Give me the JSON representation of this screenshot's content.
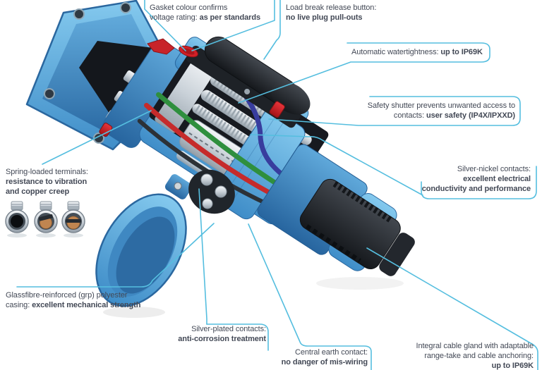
{
  "page": {
    "background": "#ffffff",
    "type": "technical-cutaway-diagram",
    "subject": "industrial plug connector"
  },
  "colors": {
    "accent_line": "#55bedf",
    "text": "#434956",
    "body_blue": "#4a97d0",
    "body_blue_dark": "#2a679f",
    "alert_red": "#d22027",
    "metal_silver": "#c9d1d8",
    "lever_black": "#15181c",
    "copper": "#c08550"
  },
  "callouts": {
    "gasket": {
      "line1": "Gasket colour confirms",
      "line2_normal": "voltage rating: ",
      "line2_bold": "as per standards"
    },
    "load_break": {
      "line1": "Load break release button:",
      "line2_bold": "no live plug pull-outs"
    },
    "watertightness": {
      "normal": "Automatic watertightness: ",
      "bold": "up to IP69K"
    },
    "safety_shutter": {
      "line1": "Safety shutter prevents unwanted access to",
      "line2_normal": "contacts: ",
      "line2_bold": "user safety (IP4X/IPXXD)"
    },
    "silver_nickel": {
      "line1": "Silver-nickel contacts:",
      "line2_bold": "excellent electrical",
      "line3_bold": "conductivity and performance"
    },
    "spring_terminals": {
      "line1": "Spring-loaded terminals:",
      "line2_bold": "resistance to vibration",
      "line3_bold": "and copper creep"
    },
    "glassfibre": {
      "line1": "Glassfibre-reinforced (grp) polyester",
      "line2_normal": "casing: ",
      "line2_bold": "excellent mechanical strength"
    },
    "silver_plated": {
      "line1": "Silver-plated contacts:",
      "line2_bold": "anti-corrosion treatment"
    },
    "central_earth": {
      "line1": "Central earth contact:",
      "line2_bold": "no danger of mis-wiring"
    },
    "cable_gland": {
      "line1": "Integral cable gland with adaptable",
      "line2": "range-take and cable anchoring:",
      "line3_bold": "up to IP69K"
    }
  },
  "icons": {
    "terminal_diagrams": [
      "terminal-cross-section-empty",
      "terminal-cross-section-conductor-inserted",
      "terminal-cross-section-conductor-clamped"
    ]
  }
}
